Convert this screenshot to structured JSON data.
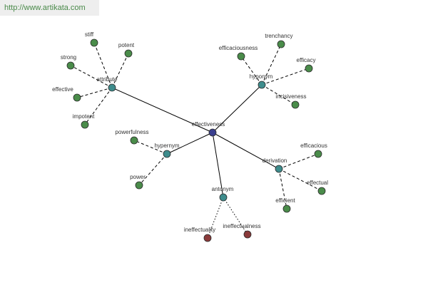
{
  "header": {
    "url": "http://www.artikata.com"
  },
  "colors": {
    "center": "#3a3f8f",
    "relation": "#3e8c8c",
    "word": "#4a8c4a",
    "antonym_word": "#8a3a3a"
  },
  "graph": {
    "center": {
      "id": "effectiveness",
      "label": "effectiveness"
    },
    "relations": [
      {
        "id": "attribute",
        "label": "attribute",
        "words": [
          {
            "id": "stiff",
            "label": "stiff"
          },
          {
            "id": "potent",
            "label": "potent"
          },
          {
            "id": "strong",
            "label": "strong"
          },
          {
            "id": "effective",
            "label": "effective"
          },
          {
            "id": "impotent",
            "label": "impotent"
          }
        ]
      },
      {
        "id": "hyponym",
        "label": "hyponym",
        "words": [
          {
            "id": "efficaciousness",
            "label": "efficaciousness"
          },
          {
            "id": "trenchancy",
            "label": "trenchancy"
          },
          {
            "id": "efficacy",
            "label": "efficacy"
          },
          {
            "id": "incisiveness",
            "label": "incisiveness"
          }
        ]
      },
      {
        "id": "hypernym",
        "label": "hypernym",
        "words": [
          {
            "id": "powerfulness",
            "label": "powerfulness"
          },
          {
            "id": "power",
            "label": "power"
          }
        ]
      },
      {
        "id": "derivation",
        "label": "derivation",
        "words": [
          {
            "id": "efficacious",
            "label": "efficacious"
          },
          {
            "id": "effectual",
            "label": "effectual"
          },
          {
            "id": "efficient",
            "label": "efficient"
          }
        ]
      },
      {
        "id": "antonym",
        "label": "antonym",
        "words": [
          {
            "id": "ineffectuality",
            "label": "ineffectuality"
          },
          {
            "id": "ineffectualness",
            "label": "ineffectualness"
          }
        ]
      }
    ]
  }
}
